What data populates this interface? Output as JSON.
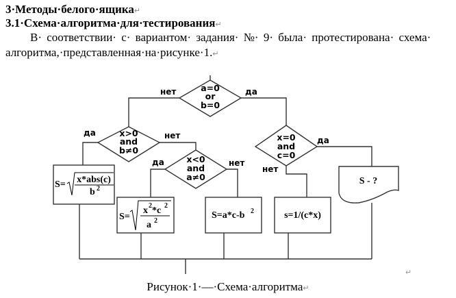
{
  "document": {
    "heading_1": "3·Методы·белого·ящика",
    "heading_2": "3.1·Схема·алгоритма·для·тестирования",
    "paragraph_line_1": "В· соответствии· с· вариантом· задания· №· 9· была· протестирована· схема·",
    "paragraph_line_2": "алгоритма,·представленная·на·рисунке·1.",
    "para_mark": "↵",
    "caption": "Рисунок·1·—·Схема·алгоритма"
  },
  "flowchart": {
    "decision_1": {
      "lines": [
        "a=0",
        "or",
        "b=0"
      ],
      "no_label": "нет",
      "yes_label": "да"
    },
    "decision_2": {
      "lines": [
        "x>0",
        "and",
        "b≠0"
      ],
      "yes_label": "да",
      "no_label": "нет"
    },
    "decision_3": {
      "lines": [
        "x<0",
        "and",
        "a≠0"
      ],
      "yes_label": "да",
      "no_label": "нет"
    },
    "decision_4": {
      "lines": [
        "x=0",
        "and",
        "c=0"
      ],
      "yes_label": "да",
      "no_label": "нет"
    },
    "process_1": {
      "prefix": "S=",
      "numerator": "x*abs(c)",
      "denominator": "b",
      "den_exp": "2"
    },
    "process_2": {
      "prefix": "S=",
      "num_a": "x",
      "num_a_exp": "2",
      "num_mid": "*c",
      "num_b_exp": "2",
      "denominator": "a",
      "den_exp": "2"
    },
    "process_3": {
      "text": "S=a*c-b",
      "exp": "2"
    },
    "process_4": {
      "text": "s=1/(c*x)"
    },
    "output_doc": {
      "text": "S - ?"
    }
  }
}
